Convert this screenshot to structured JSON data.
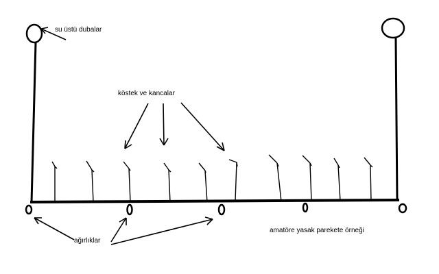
{
  "labels": {
    "floats": "su üstü dubalar",
    "snoods_hooks": "köstek   ve kancalar",
    "weights": "ağırlıklar",
    "caption": "amatöre yasak parekete örneği"
  },
  "colors": {
    "ink": "#000000",
    "background": "#ffffff"
  }
}
